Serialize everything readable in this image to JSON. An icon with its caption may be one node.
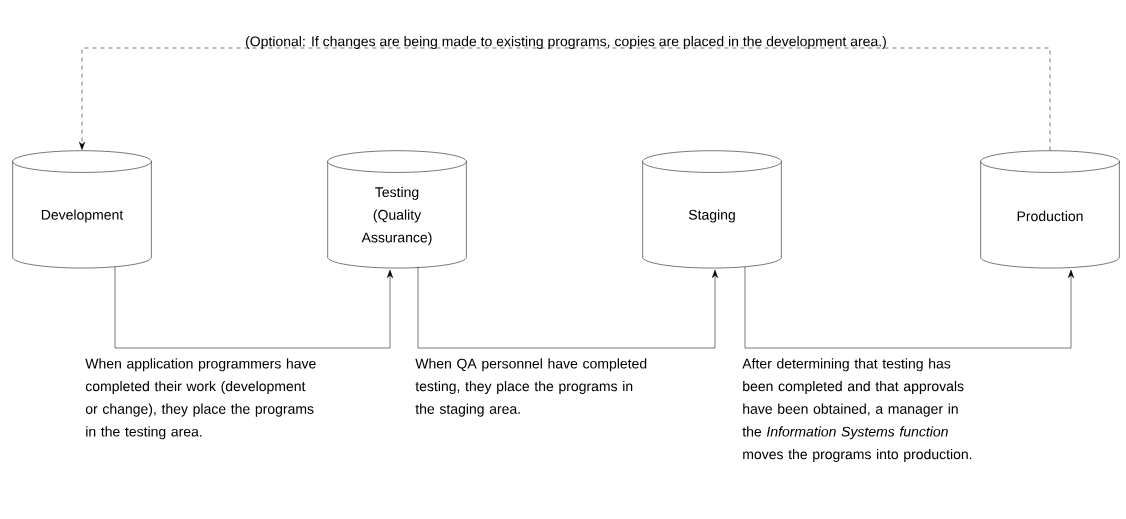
{
  "diagram": {
    "nodes": [
      {
        "text": [
          "Development"
        ]
      },
      {
        "text": [
          "Testing (Quality Assurance)"
        ]
      },
      {
        "text": [
          "Staging"
        ]
      },
      {
        "text": [
          "Production"
        ]
      }
    ],
    "edges": [
      {
        "from": 0,
        "to": 1,
        "arrow": "to",
        "label": "When application programmers have completed their work (development or change), they place the programs in the testing area."
      },
      {
        "from": 1,
        "to": 2,
        "arrow": "to",
        "label": "When QA personnel have completed testing, they place the programs in the staging area."
      },
      {
        "from": 2,
        "to": 3,
        "arrow": "to",
        "label": "After determining that testing has been completed and that approvals have been obtained, a manager in the *Information Systems function* moves the programs into production."
      },
      {
        "from": 3,
        "to": 0,
        "arrow": "to",
        "style": "dashed",
        "label": "(Optional: If changes are being made to existing programs, copies are placed in the development area.)"
      }
    ]
  }
}
